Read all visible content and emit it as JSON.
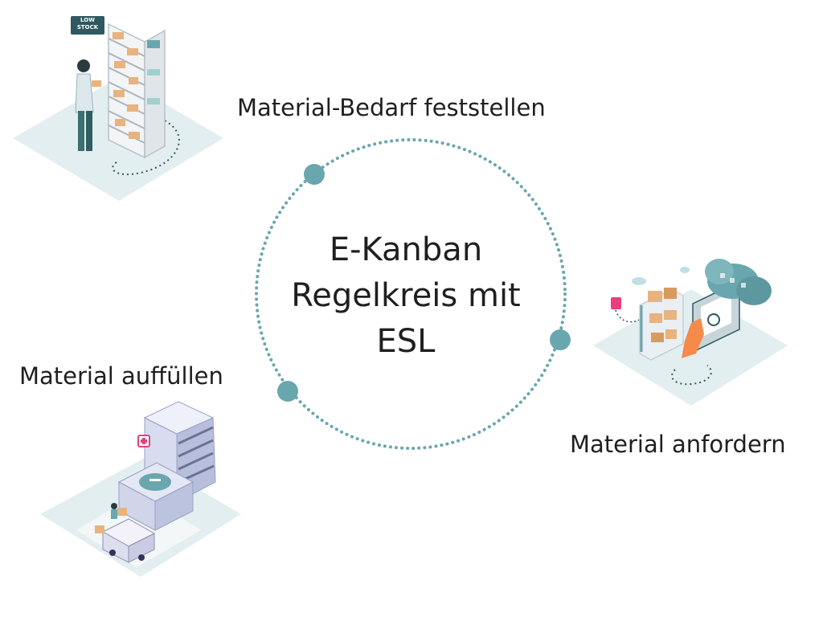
{
  "center_title": [
    "E-Kanban",
    "Regelkreis mit",
    "ESL"
  ],
  "steps": {
    "detect": "Material-Bedarf feststellen",
    "refill": "Material auffüllen",
    "request": "Material anfordern"
  },
  "badges": {
    "low_stock_line1": "LOW",
    "low_stock_line2": "STOCK"
  },
  "colors": {
    "accent": "#6aa6ae",
    "floor": "#e3eef0",
    "dark": "#2f5860",
    "orange": "#f58a4b",
    "box": "#e8b37e",
    "pink": "#ea3f7f"
  }
}
